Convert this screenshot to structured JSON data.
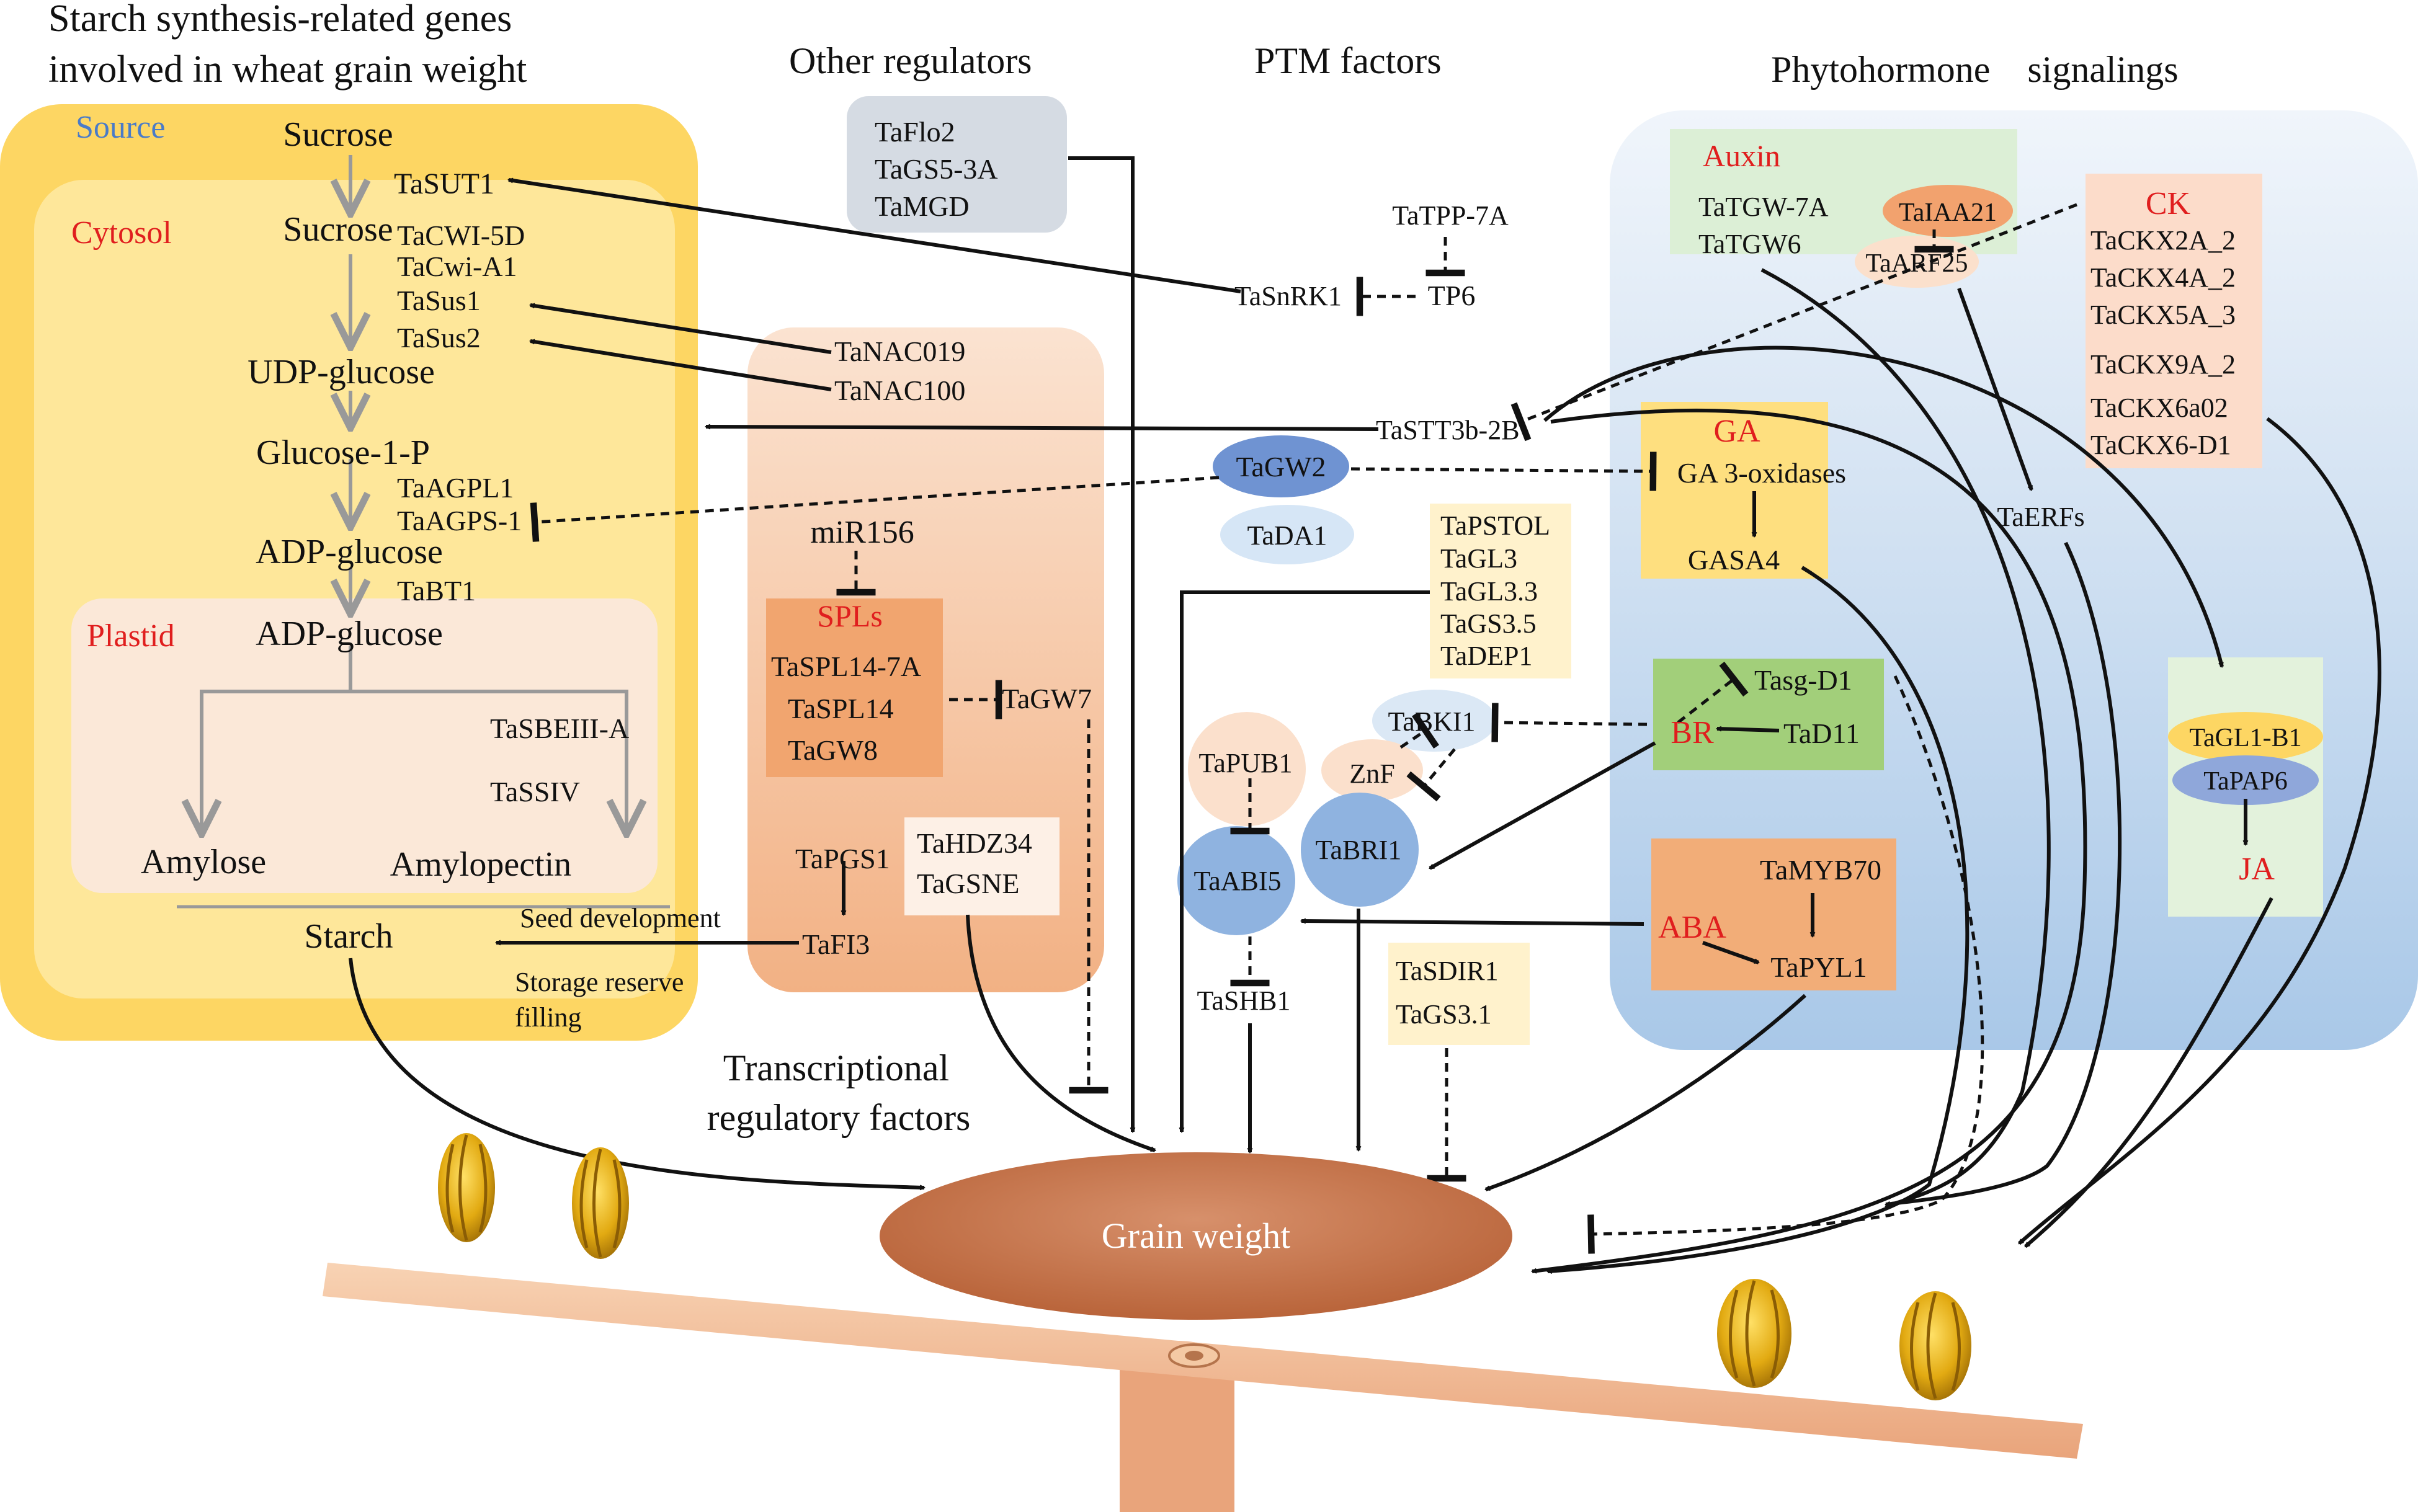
{
  "headings": {
    "starch": [
      "Starch synthesis-related genes",
      "involved in wheat grain weight"
    ],
    "other": "Other regulators",
    "ptm": "PTM factors",
    "phyto": "Phytohormone    signalings",
    "tf": [
      "Transcriptional",
      "regulatory factors"
    ]
  },
  "compartments": {
    "source": "Source",
    "cytosol": "Cytosol",
    "plastid": "Plastid"
  },
  "starch_pathway": {
    "sucrose_top": "Sucrose",
    "sucrose_mid": "Sucrose",
    "udp_glucose": "UDP-glucose",
    "glucose_1p": "Glucose-1-P",
    "adp_glucose_1": "ADP-glucose",
    "adp_glucose_2": "ADP-glucose",
    "amylose": "Amylose",
    "amylopectin": "Amylopectin",
    "starch": "Starch"
  },
  "starch_genes": {
    "sut1": "TaSUT1",
    "cwi5d": "TaCWI-5D",
    "cwia1": "TaCwi-A1",
    "sus1": "TaSus1",
    "sus2": "TaSus2",
    "agpl1": "TaAGPL1",
    "agps1": "TaAGPS-1",
    "bt1": "TaBT1",
    "sbeiii": "TaSBEIII-A",
    "ssiv": "TaSSIV"
  },
  "starch_notes": {
    "seed": "Seed development",
    "storage1": "Storage reserve",
    "storage2": "filling"
  },
  "other_regulators": [
    "TaFlo2",
    "TaGS5-3A",
    "TaMGD"
  ],
  "tf": {
    "nac019": "TaNAC019",
    "nac100": "TaNAC100",
    "mir156": "miR156",
    "spls": "SPLs",
    "spl_members": [
      "TaSPL14-7A",
      "TaSPL14",
      "TaGW8"
    ],
    "gw7": "TaGW7",
    "pgs1": "TaPGS1",
    "fi3": "TaFI3",
    "hdz": [
      "TaHDZ34",
      "TaGSNE"
    ]
  },
  "ptm": {
    "tpp7a": "TaTPP-7A",
    "tp6": "TP6",
    "snrk1": "TaSnRK1",
    "stt3b": "TaSTT3b-2B",
    "gw2": "TaGW2",
    "da1": "TaDA1",
    "group": [
      "TaPSTOL",
      "TaGL3",
      "TaGL3.3",
      "TaGS3.5",
      "TaDEP1"
    ],
    "bki1": "TaBKI1",
    "znf": "ZnF",
    "pub1": "TaPUB1",
    "abi5": "TaABI5",
    "bri1": "TaBRI1",
    "shb1": "TaSHB1",
    "sdir": [
      "TaSDIR1",
      "TaGS3.1"
    ]
  },
  "auxin": {
    "title": "Auxin",
    "genes": [
      "TaTGW-7A",
      "TaTGW6"
    ],
    "iaa21": "TaIAA21",
    "arf25": "TaARF25",
    "erfs": "TaERFs"
  },
  "ck": {
    "title": "CK",
    "genes": [
      "TaCKX2A_2",
      "TaCKX4A_2",
      "TaCKX5A_3",
      "TaCKX9A_2",
      "TaCKX6a02",
      "TaCKX6-D1"
    ]
  },
  "ga": {
    "title": "GA",
    "oxidases": "GA 3-oxidases",
    "gasa4": "GASA4"
  },
  "br": {
    "title": "BR",
    "sgd1": "Tasg-D1",
    "d11": "TaD11"
  },
  "aba": {
    "title": "ABA",
    "myb70": "TaMYB70",
    "pyl1": "TaPYL1"
  },
  "ja": {
    "title": "JA",
    "gl1b1": "TaGL1-B1",
    "pap6": "TaPAP6"
  },
  "center": "Grain weight",
  "colors": {
    "source": "#fdd663",
    "cytosol": "#fee79a",
    "plastid": "#fbe8d8",
    "tf_bg": "#f6cba8",
    "spl_box": "#f1a56f",
    "other_box": "#d5dbe3",
    "phyto_bg": "#b3cfeb",
    "auxin": "#dcefd6",
    "ck": "#fcdcca",
    "ga": "#fedf7f",
    "br": "#a2cf7a",
    "aba": "#f2ad78",
    "ja": "#e3f2dc",
    "gene_box": "#fff2cc",
    "ellipse_blue": "#8fb3e0",
    "gw2": "#6f93d2",
    "center": "#c8774d",
    "red_label": "#e01e1e",
    "blue_label": "#4a7bc8",
    "balance": "#f1c099"
  }
}
